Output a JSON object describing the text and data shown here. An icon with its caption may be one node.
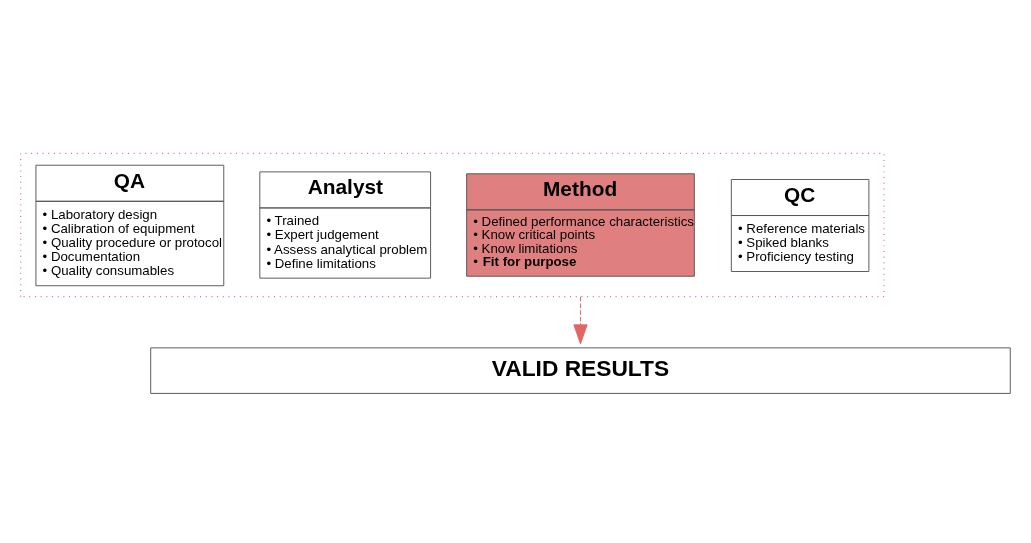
{
  "diagram": {
    "nodes": [
      {
        "text": [],
        "shape": "box"
      },
      {
        "text": [
          "QA",
          "• Laboratory design",
          "• Calibration of equipment",
          "• Quality procedure or protocol",
          "• Documentation",
          "• Quality consumables"
        ],
        "in": 0
      },
      {
        "text": [
          "Analyst",
          "• Trained",
          "• Expert judgement",
          "• Assess analytical problem",
          "• Define limitations"
        ],
        "in": 0
      },
      {
        "text": [
          "Method",
          "• Defined performance characteristics",
          "• Know critical points",
          "• Know limitations",
          "• **Fit for purpose**"
        ],
        "in": 0
      },
      {
        "text": [
          "QC",
          "• Reference materials",
          "• Spiked blanks",
          "• Proficiency testing"
        ],
        "in": 0
      },
      {
        "text": [
          "VALID RESULTS"
        ]
      }
    ],
    "edges": [
      {
        "from": 0,
        "to": 5,
        "arrow": "to",
        "style": "dashed",
        "color": "#e06666"
      }
    ]
  }
}
